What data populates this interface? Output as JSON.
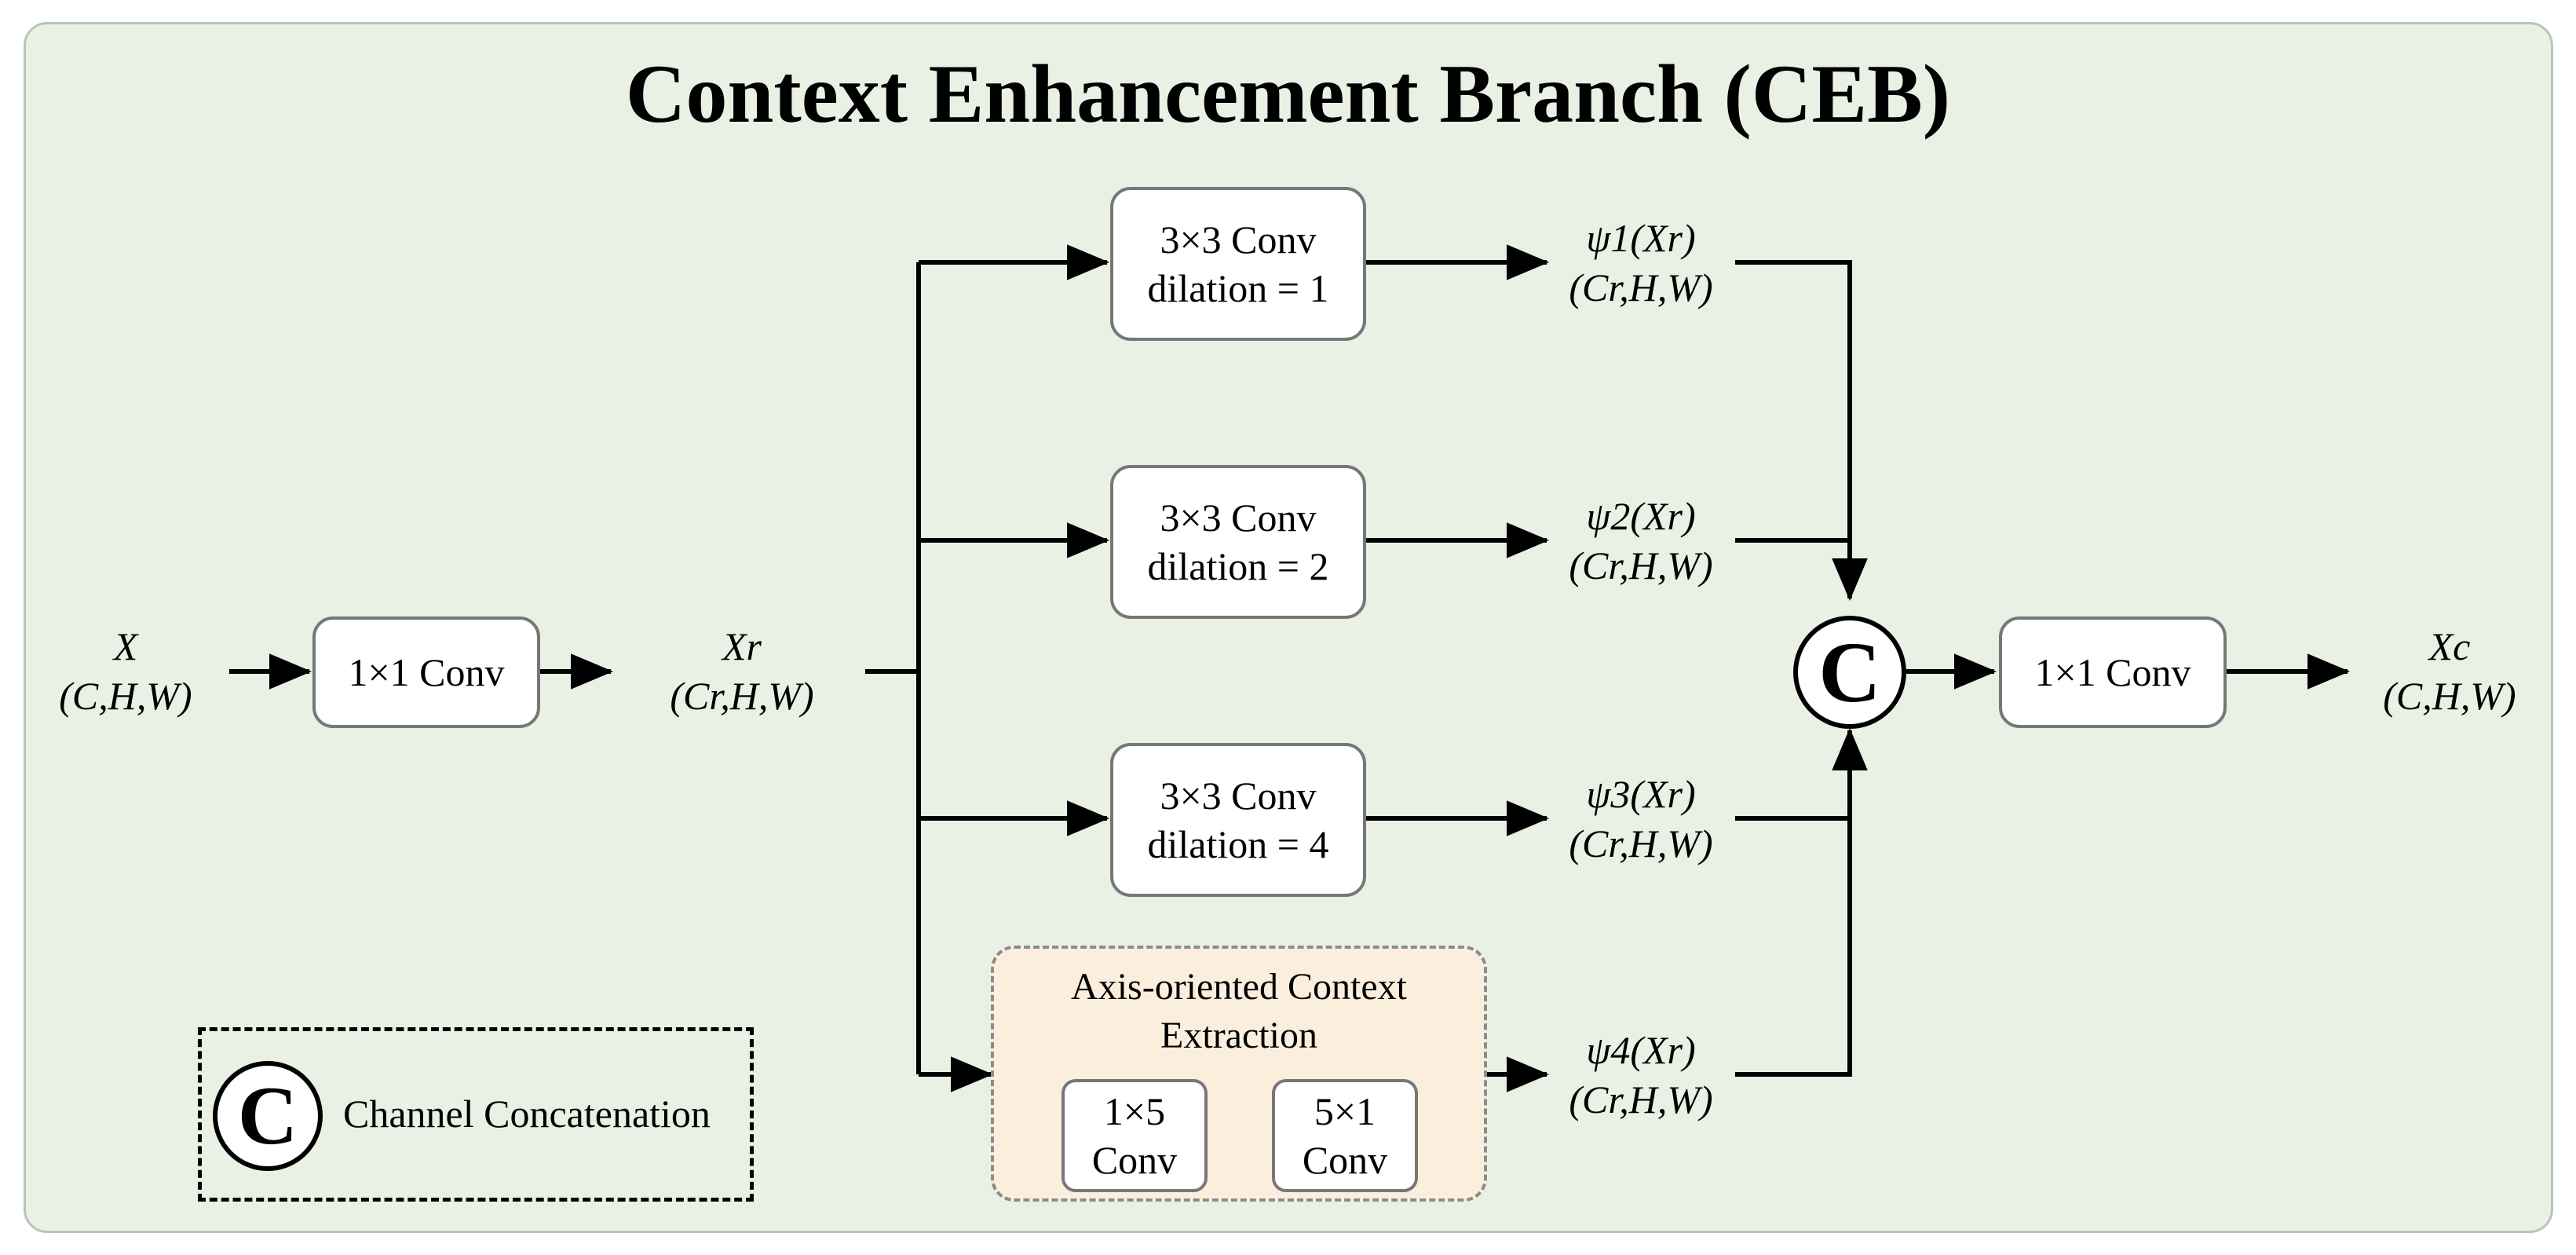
{
  "title": "Context Enhancement Branch (CEB)",
  "input": {
    "name": "X",
    "shape": "(C,H,W)"
  },
  "conv_in": {
    "label": "1×1 Conv"
  },
  "reduced": {
    "name": "Xr",
    "shape": "(Cr,H,W)"
  },
  "branches": [
    {
      "line1": "3×3 Conv",
      "line2": "dilation = 1",
      "output": "ψ1(Xr)",
      "shape": "(Cr,H,W)"
    },
    {
      "line1": "3×3 Conv",
      "line2": "dilation = 2",
      "output": "ψ2(Xr)",
      "shape": "(Cr,H,W)"
    },
    {
      "line1": "3×3 Conv",
      "line2": "dilation = 4",
      "output": "ψ3(Xr)",
      "shape": "(Cr,H,W)"
    }
  ],
  "aoce": {
    "title_line1": "Axis-oriented Context",
    "title_line2": "Extraction",
    "conv_a": {
      "line1": "1×5",
      "line2": "Conv"
    },
    "conv_b": {
      "line1": "5×1",
      "line2": "Conv"
    },
    "output": "ψ4(Xr)",
    "shape": "(Cr,H,W)"
  },
  "concat_symbol": "C",
  "conv_out": {
    "label": "1×1 Conv"
  },
  "output": {
    "name": "Xc",
    "shape": "(C,H,W)"
  },
  "legend": {
    "symbol": "C",
    "text": "Channel Concatenation"
  },
  "colors": {
    "panel_bg": "#e9f1e5",
    "panel_border": "#b9c4b6",
    "box_border": "#777777",
    "aoce_bg": "#fbeedd",
    "line": "#000000"
  }
}
